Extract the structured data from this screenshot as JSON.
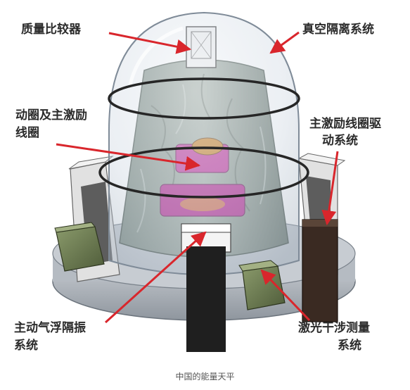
{
  "labels": {
    "mass_comparator": "质量比较器",
    "vacuum_isolation": "真空隔离系统",
    "coil_line1": "动圈及主激励",
    "coil_line2": "线圈",
    "drive_line1": "主激励线圈驱",
    "drive_line2": "动系统",
    "air_line1": "主动气浮隔振",
    "air_line2": "系统",
    "laser_line1": "激光干涉测量",
    "laser_line2": "系统"
  },
  "caption": "中国的能量天平",
  "colors": {
    "arrow": "#d9262c",
    "dome": "#cfd8e2",
    "stone": "#8d9a8f",
    "magenta": "#c0399e",
    "bracket": "#dcdcdc",
    "dark_column": "#3a2a22"
  }
}
